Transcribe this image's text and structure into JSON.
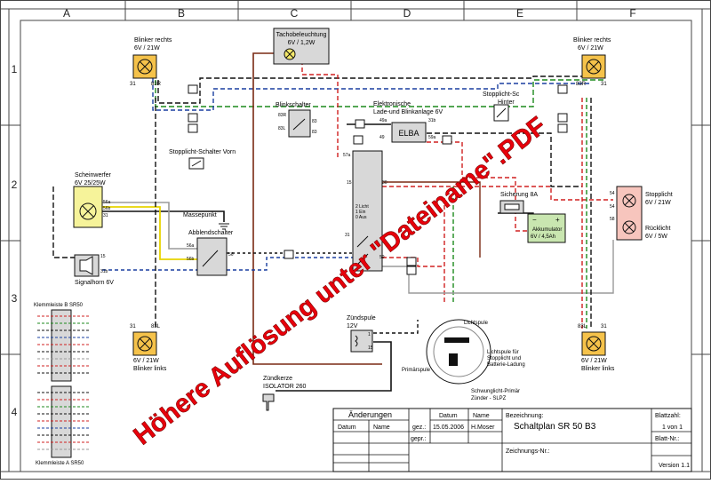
{
  "grid": {
    "columns": [
      "A",
      "B",
      "C",
      "D",
      "E",
      "F"
    ],
    "rows": [
      "1",
      "2",
      "3",
      "4"
    ]
  },
  "components": {
    "blinker_rechts_left": {
      "title": "Blinker rechts",
      "spec": "6V / 21W",
      "pin_a": "31",
      "pin_b": "83R"
    },
    "blinker_rechts_right": {
      "title": "Blinker rechts",
      "spec": "6V / 21W",
      "pin_a": "83R",
      "pin_b": "31"
    },
    "tacho": {
      "title": "Tachobeleuchtung",
      "spec": "6V / 1,2W"
    },
    "blinkschalter": {
      "title": "Blinkschalter",
      "pin_83r": "83R",
      "pin_83": "83",
      "pin_83l": "83L",
      "pin_83b": "83"
    },
    "elba": {
      "title_line1": "Elektronische",
      "title_line2": "Lade-und Blinkanlage 6V",
      "label": "ELBA",
      "pin_49a": "49a",
      "pin_31b": "31b",
      "pin_49": "49",
      "pin_59a": "59a"
    },
    "stopplicht_hinten": {
      "line1": "Stopplicht-Sc",
      "line2": "Hinter"
    },
    "stopplicht_vorn": {
      "title": "Stopplicht-Schalter  Vorn"
    },
    "scheinwerfer": {
      "title": "Scheinwerfer",
      "spec": "6V 25/25W",
      "pin_56a": "56a",
      "pin_56b": "56b",
      "pin_31": "31"
    },
    "massepunkt": {
      "title": "Massepunkt"
    },
    "zuendschloss": {
      "pin_57a": "57a",
      "pin_15": "15",
      "pin_30": "30",
      "line1": "2 Licht",
      "line2": "1 Ein",
      "line3": "0 Aus",
      "pin_31": "31",
      "pin_59": "59"
    },
    "abblendschalter": {
      "title": "Abblendschalter",
      "pin_56a": "56a",
      "pin_56b": "56b",
      "pin_56": "56"
    },
    "signalhorn": {
      "title": "Signalhorn 6V",
      "pin_15": "15",
      "pin_31b": "31b"
    },
    "sicherung": {
      "title": "Sicherung 8A"
    },
    "akkumulator": {
      "title": "Akkumulator",
      "spec": "6V / 4,5Ah",
      "minus": "−",
      "plus": "+"
    },
    "stopplicht": {
      "title": "Stopplicht",
      "spec": "6V / 21W",
      "pin_54a": "54",
      "pin_54b": "54"
    },
    "ruecklicht": {
      "title": "Rücklicht",
      "spec": "6V / 5W",
      "pin_58": "58"
    },
    "blinker_links_left": {
      "title": "Blinker links",
      "spec": "6V / 21W",
      "pin_a": "31",
      "pin_b": "83L"
    },
    "blinker_links_right": {
      "title": "Blinker links",
      "spec": "6V / 21W",
      "pin_a": "83L",
      "pin_b": "31"
    },
    "zuendspule": {
      "title": "Zündspule",
      "spec": "12V",
      "pin_1": "1",
      "pin_15": "15"
    },
    "zuendkerze": {
      "title": "Zündkerze",
      "spec": "ISOLATOR 260"
    },
    "lichtspule": {
      "label": "Lichtspule",
      "note_line1": "Lichtspule für",
      "note_line2": "Stopplicht und",
      "note_line3": "Batterie-Ladung",
      "primaer": "Primärspule",
      "sch_line1": "Schwunglicht-Primär",
      "sch_line2": "Zünder - SLPZ"
    },
    "klemmleiste_b": {
      "title": "Klemmleiste B SR50"
    },
    "klemmleiste_a": {
      "title": "Klemmleiste A SR50"
    }
  },
  "title_block": {
    "aenderungen": "Änderungen",
    "datum": "Datum",
    "name": "Name",
    "datum2": "Datum",
    "name2": "Name",
    "gez": "gez.:",
    "gez_date": "15.05.2006",
    "gez_name": "H.Moser",
    "gepr": "gepr.:",
    "bezeichnung": "Bezeichnung:",
    "title": "Schaltplan SR 50 B3",
    "zeichnungs_nr": "Zeichnungs-Nr.:",
    "blattzahl": "Blattzahl:",
    "blatt_of": "1 von 1",
    "blatt_nr": "Blatt-Nr.:",
    "version": "Version 1.1"
  },
  "watermark": "Höhere Auflösung unter \"Dateiname\".PDF",
  "colors": {
    "watermark": "#e8000b",
    "lamp": "#f5c24a",
    "battery": "#c9e6b0",
    "tail": "#f7c5bd",
    "headlight": "#f6f39a",
    "grid": "#e6e6e6",
    "wire_red": "#d02020",
    "wire_brown": "#7a2a14",
    "wire_green": "#1c8a1c",
    "wire_yellow": "#e8d400",
    "wire_blue": "#1a3fa0",
    "wire_grey": "#9a9a9a"
  }
}
